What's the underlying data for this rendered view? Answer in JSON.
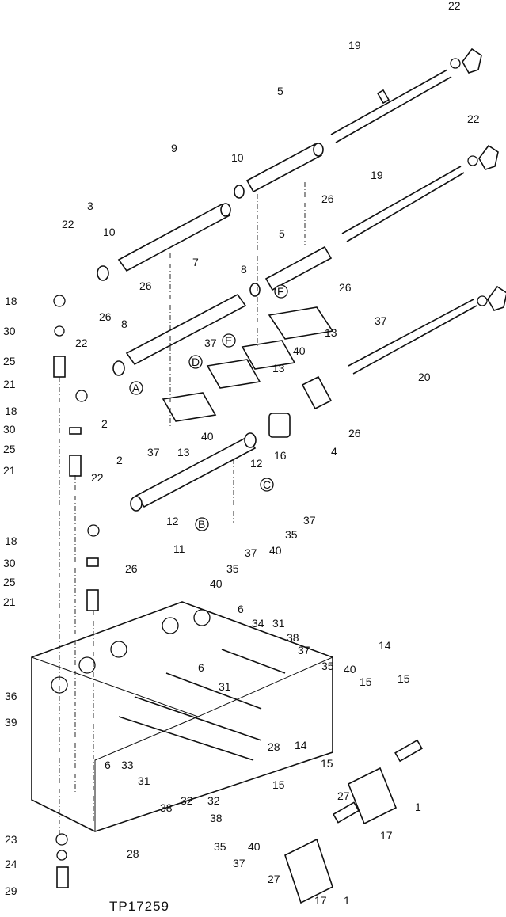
{
  "diagram": {
    "caption": "TP17259",
    "callouts": [
      "22",
      "19",
      "5",
      "22",
      "9",
      "10",
      "26",
      "19",
      "3",
      "22",
      "10",
      "26",
      "5",
      "8",
      "26",
      "7",
      "18",
      "30",
      "25",
      "21",
      "26",
      "8",
      "37",
      "13",
      "22",
      "37",
      "40",
      "13",
      "18",
      "30",
      "25",
      "21",
      "2",
      "37",
      "13",
      "40",
      "20",
      "2",
      "22",
      "12",
      "12",
      "16",
      "4",
      "26",
      "18",
      "30",
      "25",
      "21",
      "11",
      "26",
      "35",
      "37",
      "40",
      "35",
      "37",
      "40",
      "6",
      "34",
      "31",
      "38",
      "37",
      "35",
      "40",
      "14",
      "15",
      "15",
      "36",
      "39",
      "6",
      "31",
      "28",
      "6",
      "33",
      "31",
      "38",
      "32",
      "32",
      "38",
      "14",
      "15",
      "27",
      "15",
      "23",
      "24",
      "29",
      "28",
      "35",
      "37",
      "40",
      "27",
      "17",
      "1",
      "17",
      "1"
    ],
    "circled_letters": [
      "A",
      "B",
      "C",
      "D",
      "E",
      "F"
    ]
  }
}
